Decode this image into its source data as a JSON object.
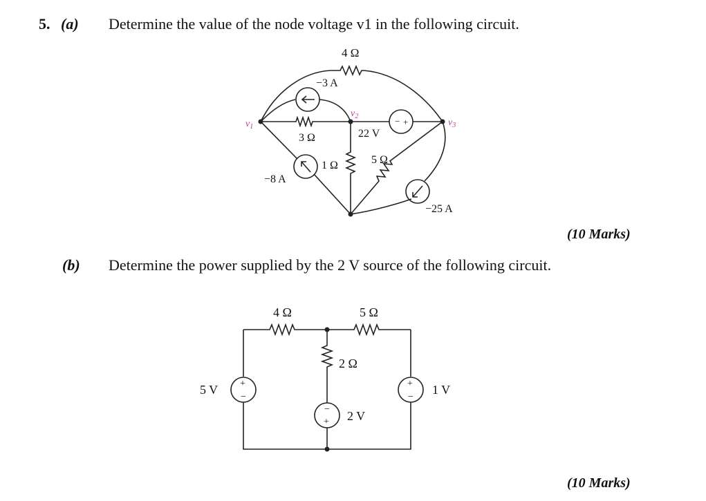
{
  "question": {
    "number": "5.",
    "part_a": {
      "label": "(a)",
      "text": "Determine the value of the node voltage v1 in the following circuit.",
      "marks": "(10 Marks)"
    },
    "part_b": {
      "label": "(b)",
      "text": "Determine the power supplied by the 2 V source of the following circuit.",
      "marks": "(10 Marks)"
    }
  },
  "circuit_a": {
    "nodes": {
      "v1": "v",
      "v1_sub": "1",
      "v2": "v",
      "v2_sub": "2",
      "v3": "v",
      "v3_sub": "3"
    },
    "labels": {
      "r_top": "4 Ω",
      "i_top": "−3 A",
      "r_3": "3 Ω",
      "v_22": "22 V",
      "r_5": "5 Ω",
      "r_1": "1 Ω",
      "i_8": "−8 A",
      "i_25": "−25 A"
    },
    "source_signs": {
      "minus": "−",
      "plus": "+"
    },
    "node_color": "#c0399a"
  },
  "circuit_b": {
    "labels": {
      "r_4": "4 Ω",
      "r_5": "5 Ω",
      "r_2": "2 Ω",
      "v_5": "5 V",
      "v_1": "1 V",
      "v_2": "2 V"
    },
    "source_signs": {
      "minus": "−",
      "plus": "+"
    }
  }
}
